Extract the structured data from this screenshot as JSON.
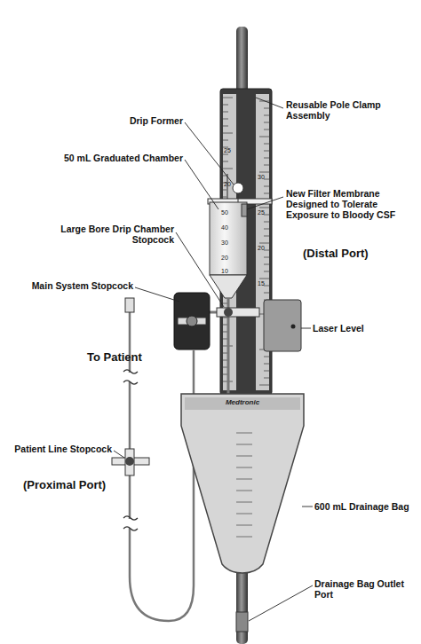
{
  "diagram": {
    "nodes": [
      {
        "text": [
          "Medtronic"
        ]
      }
    ],
    "labels": [
      "Reusable Pole Clamp Assembly",
      "Drip Former",
      "50 mL Graduated Chamber",
      "New Filter Membrane Designed to Tolerate Exposure to Bloody CSF",
      "Large Bore Drip Chamber Stopcock",
      "(Distal Port)",
      "Main System Stopcock",
      "Laser Level",
      "To Patient",
      "Patient Line Stopcock",
      "(Proximal Port)",
      "600 mL Drainage Bag",
      "Drainage Bag Outlet Port",
      "50",
      "40",
      "30",
      "20",
      "10",
      "30",
      "25",
      "20",
      "15",
      "25",
      "20"
    ]
  }
}
